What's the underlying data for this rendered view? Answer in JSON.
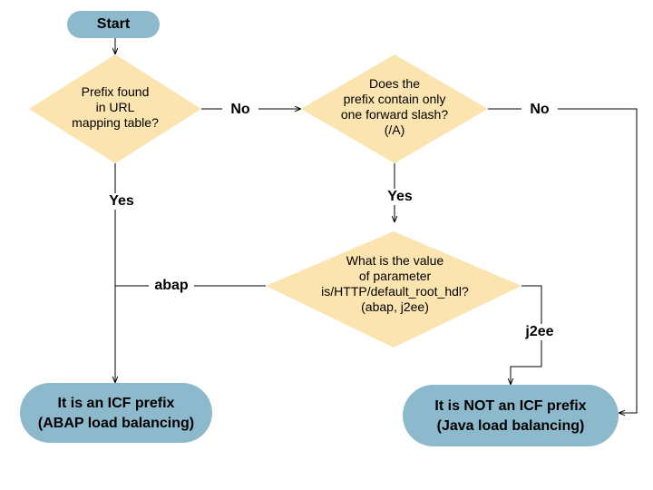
{
  "colors": {
    "terminal_fill": "#8db9cd",
    "decision_fill": "#fbe4b0",
    "line": "#000000"
  },
  "nodes": {
    "start": {
      "label": "Start"
    },
    "q_prefix_found": {
      "lines": [
        "Prefix found",
        "in URL",
        "mapping table?"
      ]
    },
    "q_one_slash": {
      "lines": [
        "Does the",
        "prefix contain only",
        "one forward slash?",
        "(/A)"
      ]
    },
    "q_param_value": {
      "lines": [
        "What is the value",
        "of parameter",
        "is/HTTP/default_root_hdl?",
        "(abap, j2ee)"
      ]
    },
    "end_icf": {
      "lines": [
        "It is an ICF prefix",
        "(ABAP load balancing)"
      ]
    },
    "end_not_icf": {
      "lines": [
        "It is NOT an ICF prefix",
        "(Java load balancing)"
      ]
    }
  },
  "edges": {
    "no_1": "No",
    "no_2": "No",
    "yes_1": "Yes",
    "yes_2": "Yes",
    "abap": "abap",
    "j2ee": "j2ee"
  }
}
